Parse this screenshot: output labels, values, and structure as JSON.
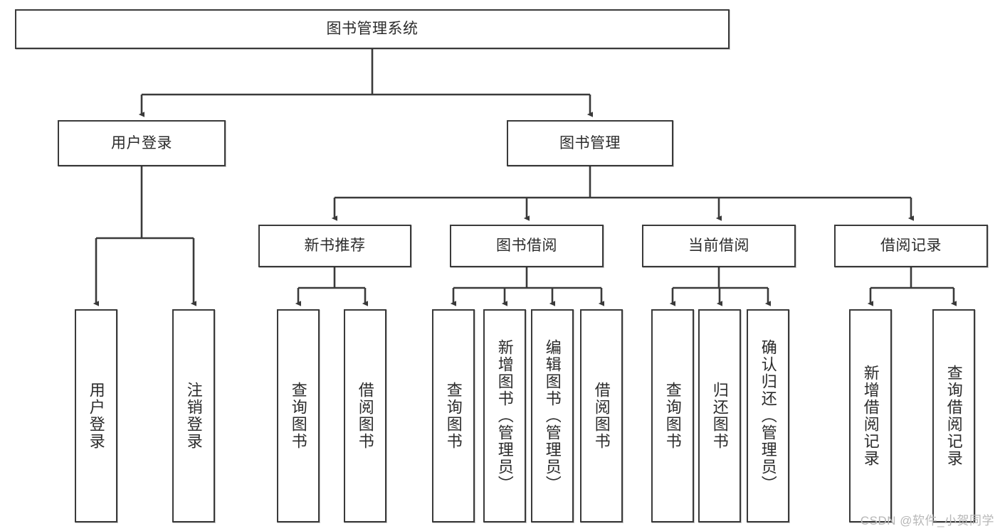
{
  "diagram": {
    "title": "图书管理系统",
    "type": "tree-hierarchy",
    "root": {
      "id": "root",
      "label": "图书管理系统"
    },
    "level2": [
      {
        "id": "user-login",
        "label": "用户登录"
      },
      {
        "id": "book-manage",
        "label": "图书管理"
      }
    ],
    "level3": [
      {
        "id": "new-book-rec",
        "label": "新书推荐",
        "parent": "book-manage"
      },
      {
        "id": "book-borrow",
        "label": "图书借阅",
        "parent": "book-manage"
      },
      {
        "id": "current-borrow",
        "label": "当前借阅",
        "parent": "book-manage"
      },
      {
        "id": "borrow-record",
        "label": "借阅记录",
        "parent": "book-manage"
      }
    ],
    "leaves": [
      {
        "id": "leaf-user-login",
        "label": "用户登录",
        "parent": "user-login"
      },
      {
        "id": "leaf-logout-login",
        "label": "注销登录",
        "parent": "user-login"
      },
      {
        "id": "leaf-query-book-1",
        "label": "查询图书",
        "parent": "new-book-rec"
      },
      {
        "id": "leaf-borrow-book-1",
        "label": "借阅图书",
        "parent": "new-book-rec"
      },
      {
        "id": "leaf-query-book-2",
        "label": "查询图书",
        "parent": "book-borrow"
      },
      {
        "id": "leaf-add-book",
        "label": "新增图书（管理员）",
        "parent": "book-borrow"
      },
      {
        "id": "leaf-edit-book",
        "label": "编辑图书（管理员）",
        "parent": "book-borrow"
      },
      {
        "id": "leaf-borrow-book-2",
        "label": "借阅图书",
        "parent": "book-borrow"
      },
      {
        "id": "leaf-query-book-3",
        "label": "查询图书",
        "parent": "current-borrow"
      },
      {
        "id": "leaf-return-book",
        "label": "归还图书",
        "parent": "current-borrow"
      },
      {
        "id": "leaf-confirm-return",
        "label": "确认归还（管理员）",
        "parent": "current-borrow"
      },
      {
        "id": "leaf-add-record",
        "label": "新增借阅记录",
        "parent": "borrow-record"
      },
      {
        "id": "leaf-query-record",
        "label": "查询借阅记录",
        "parent": "borrow-record"
      }
    ]
  },
  "watermark": {
    "text": "CSDN @软件_小贺同学"
  },
  "colors": {
    "stroke": "#3a3a3a",
    "text": "#2b2b2b",
    "background": "#ffffff",
    "watermark": "#b7b7b7"
  }
}
